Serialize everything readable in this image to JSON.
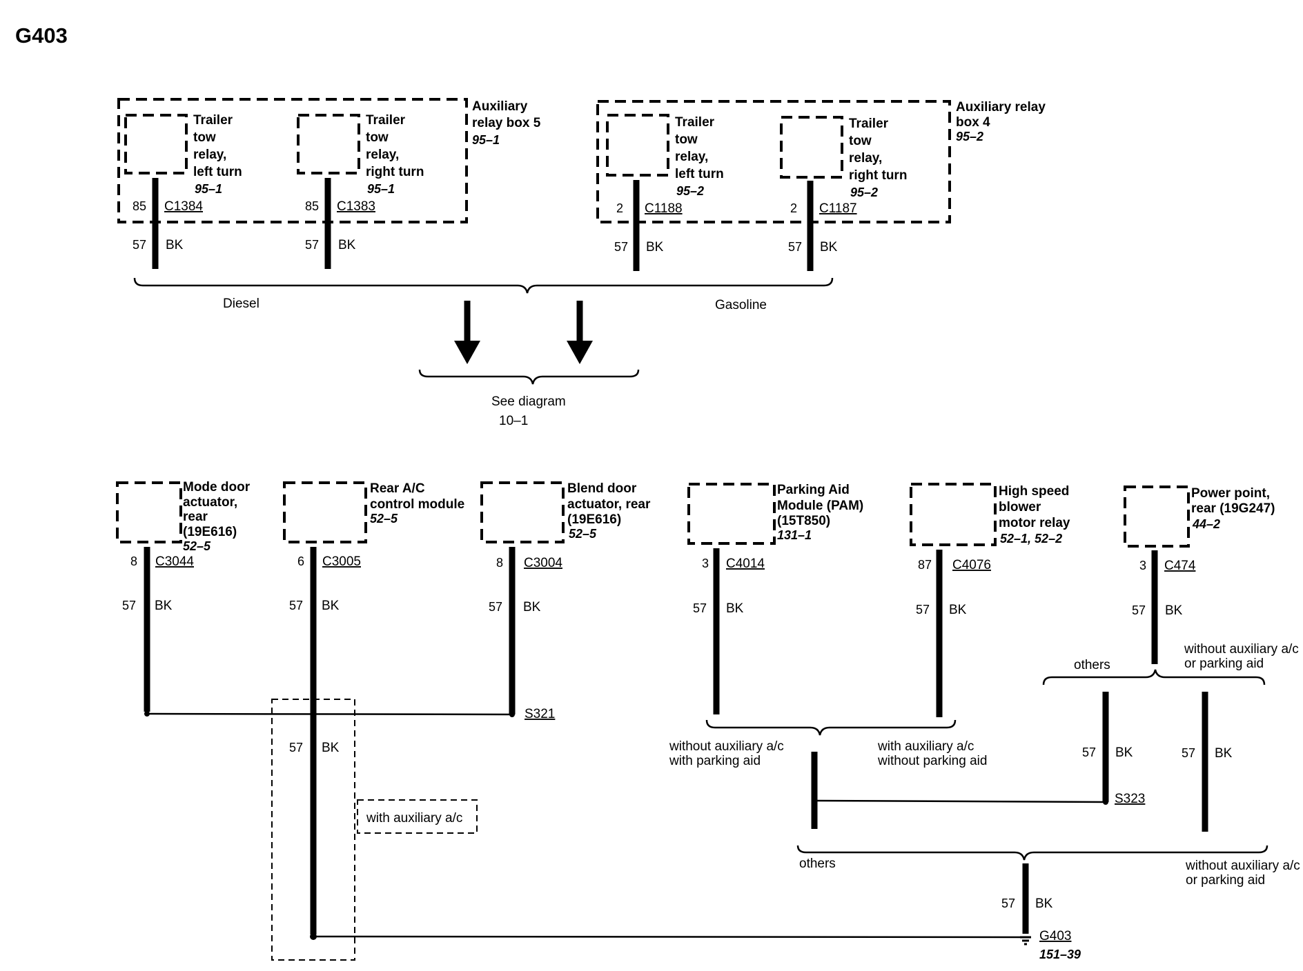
{
  "title": "G403",
  "top": {
    "box5": {
      "label": [
        "Auxiliary",
        "relay box 5"
      ],
      "ref": "95–1"
    },
    "box4": {
      "label": [
        "Auxiliary relay",
        "box 4"
      ],
      "ref": "95–2"
    },
    "relays": [
      {
        "label": [
          "Trailer",
          "tow",
          "relay,",
          "left turn"
        ],
        "ref": "95–1",
        "pin": "85",
        "connector": "C1384",
        "circuit": "57",
        "color": "BK"
      },
      {
        "label": [
          "Trailer",
          "tow",
          "relay,",
          "right turn"
        ],
        "ref": "95–1",
        "pin": "85",
        "connector": "C1383",
        "circuit": "57",
        "color": "BK"
      },
      {
        "label": [
          "Trailer",
          "tow",
          "relay,",
          "left turn"
        ],
        "ref": "95–2",
        "pin": "2",
        "connector": "C1188",
        "circuit": "57",
        "color": "BK"
      },
      {
        "label": [
          "Trailer",
          "tow",
          "relay,",
          "right turn"
        ],
        "ref": "95–2",
        "pin": "2",
        "connector": "C1187",
        "circuit": "57",
        "color": "BK"
      }
    ],
    "diesel": "Diesel",
    "gasoline": "Gasoline",
    "see_diagram": [
      "See diagram",
      "10–1"
    ]
  },
  "bottom": {
    "components": [
      {
        "label": [
          "Mode door",
          "actuator,",
          "rear",
          "(19E616)"
        ],
        "ref": "52–5",
        "pin": "8",
        "connector": "C3044",
        "circuit": "57",
        "color": "BK"
      },
      {
        "label": [
          "Rear A/C",
          "control module"
        ],
        "ref": "52–5",
        "pin": "6",
        "connector": "C3005",
        "circuit": "57",
        "color": "BK"
      },
      {
        "label": [
          "Blend door",
          "actuator, rear",
          "(19E616)"
        ],
        "ref": "52–5",
        "pin": "8",
        "connector": "C3004",
        "circuit": "57",
        "color": "BK"
      },
      {
        "label": [
          "Parking Aid",
          "Module (PAM)",
          "(15T850)"
        ],
        "ref": "131–1",
        "pin": "3",
        "connector": "C4014",
        "circuit": "57",
        "color": "BK"
      },
      {
        "label": [
          "High speed",
          "blower",
          "motor relay"
        ],
        "ref": "52–1, 52–2",
        "pin": "87",
        "connector": "C4076",
        "circuit": "57",
        "color": "BK"
      },
      {
        "label": [
          "Power point,",
          "rear (19G247)"
        ],
        "ref": "44–2",
        "pin": "3",
        "connector": "C474",
        "circuit": "57",
        "color": "BK"
      }
    ],
    "splices": {
      "s321": "S321",
      "s323": "S323"
    },
    "middle_wire": {
      "circuit": "57",
      "color": "BK"
    },
    "with_aux": "with auxiliary a/c",
    "cond_wo_aux_with_pa": [
      "without auxiliary a/c",
      "with parking aid"
    ],
    "cond_with_aux_wo_pa": [
      "with auxiliary a/c",
      "without parking aid"
    ],
    "others_1": "others",
    "others_2": "others",
    "cond_wo_aux_or_pa_1": [
      "without auxiliary a/c",
      "or parking aid"
    ],
    "cond_wo_aux_or_pa_2": [
      "without auxiliary a/c",
      "or parking aid"
    ],
    "wire_s323": {
      "circuit": "57",
      "color": "BK"
    },
    "wire_right": {
      "circuit": "57",
      "color": "BK"
    },
    "wire_ground": {
      "circuit": "57",
      "color": "BK"
    },
    "ground": {
      "name": "G403",
      "ref": "151–39"
    }
  }
}
